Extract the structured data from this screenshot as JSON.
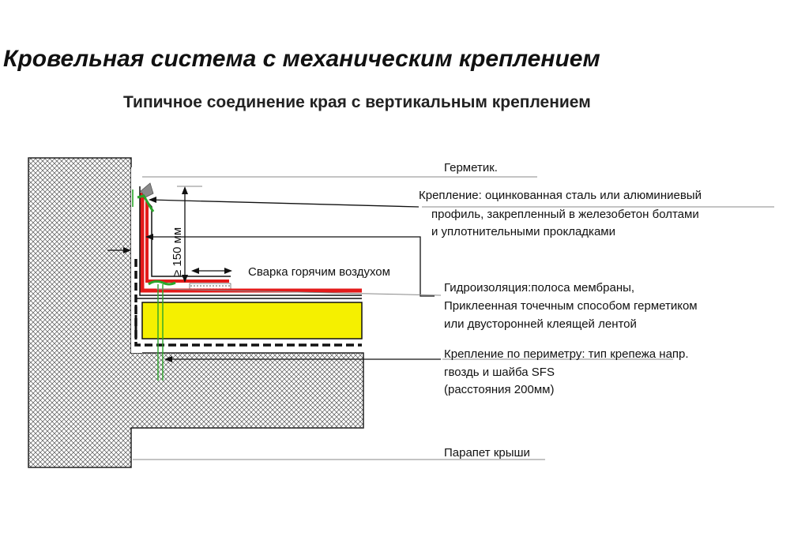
{
  "title": "Кровельная система с механическим креплением",
  "subtitle": "Типичное соединение края с вертикальным креплением",
  "dimension_label": "≥ 150 мм",
  "colors": {
    "membrane": "#e31b1b",
    "insulation": "#f5f000",
    "green": "#2aa52a",
    "sealant": "#8a8a8a"
  },
  "labels": {
    "sealant": "Герметик.",
    "fastening_line1": "Крепление: оцинкованная сталь или алюминиевый",
    "fastening_line2": "профиль, закрепленный в железобетон болтами",
    "fastening_line3": "и уплотнительными прокладками",
    "hot_air_weld": "Сварка горячим воздухом",
    "waterproofing_line1": "Гидроизоляция:полоса мембраны,",
    "waterproofing_line2": "Приклеенная точечным способом герметиком",
    "waterproofing_line3": "или двусторонней клеящей лентой",
    "perimeter_line1": "Крепление по периметру: тип крепежа напр.",
    "perimeter_line2": "гвоздь и шайба SFS",
    "perimeter_line3": "(расстояния 200мм)",
    "parapet": "Парапет крыши"
  }
}
